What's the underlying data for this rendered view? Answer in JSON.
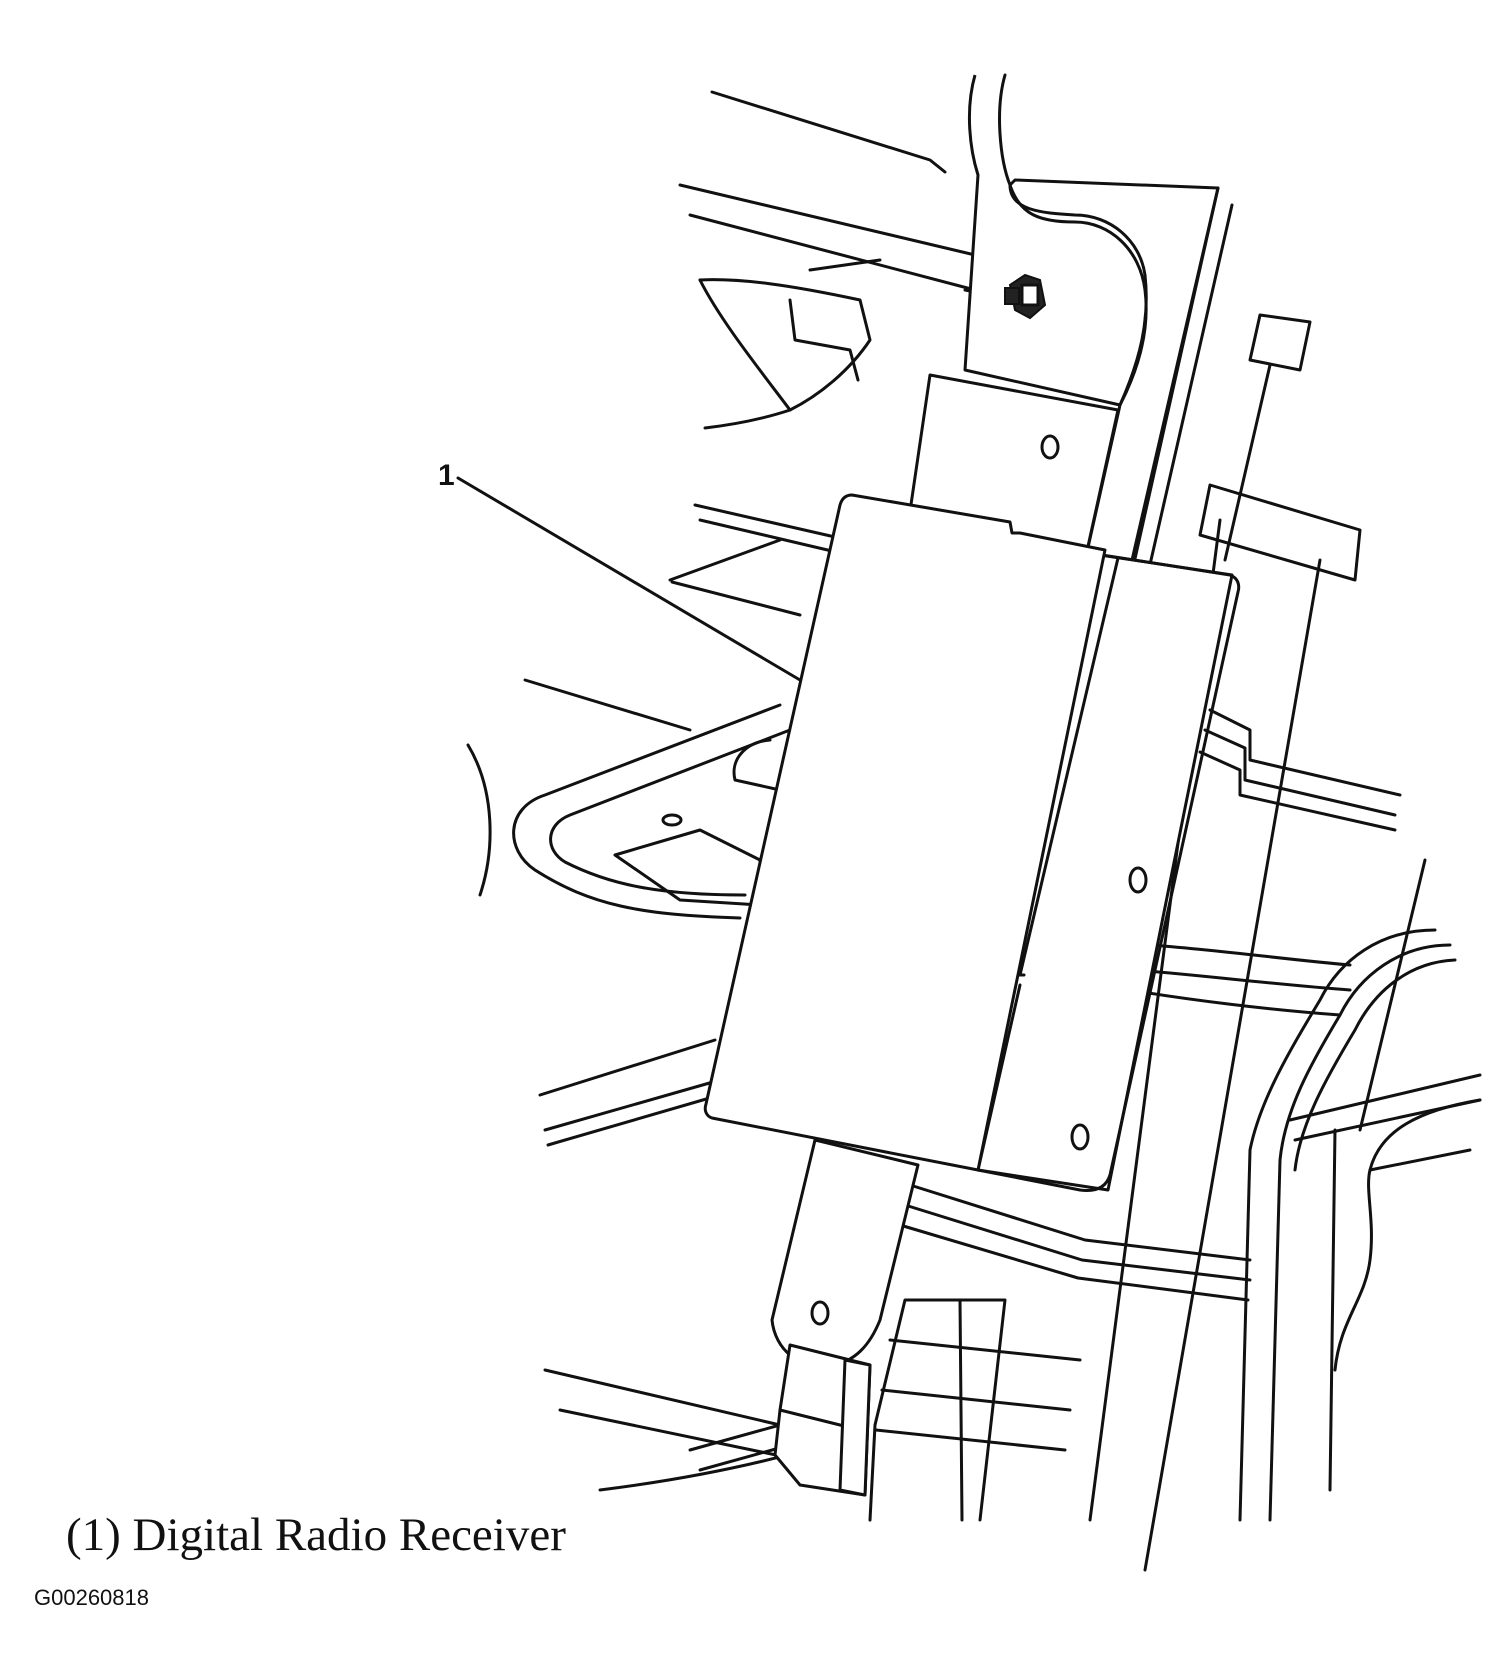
{
  "diagram": {
    "callout": {
      "number": "1"
    },
    "caption": "(1) Digital Radio Receiver",
    "figure_code": "G00260818"
  }
}
